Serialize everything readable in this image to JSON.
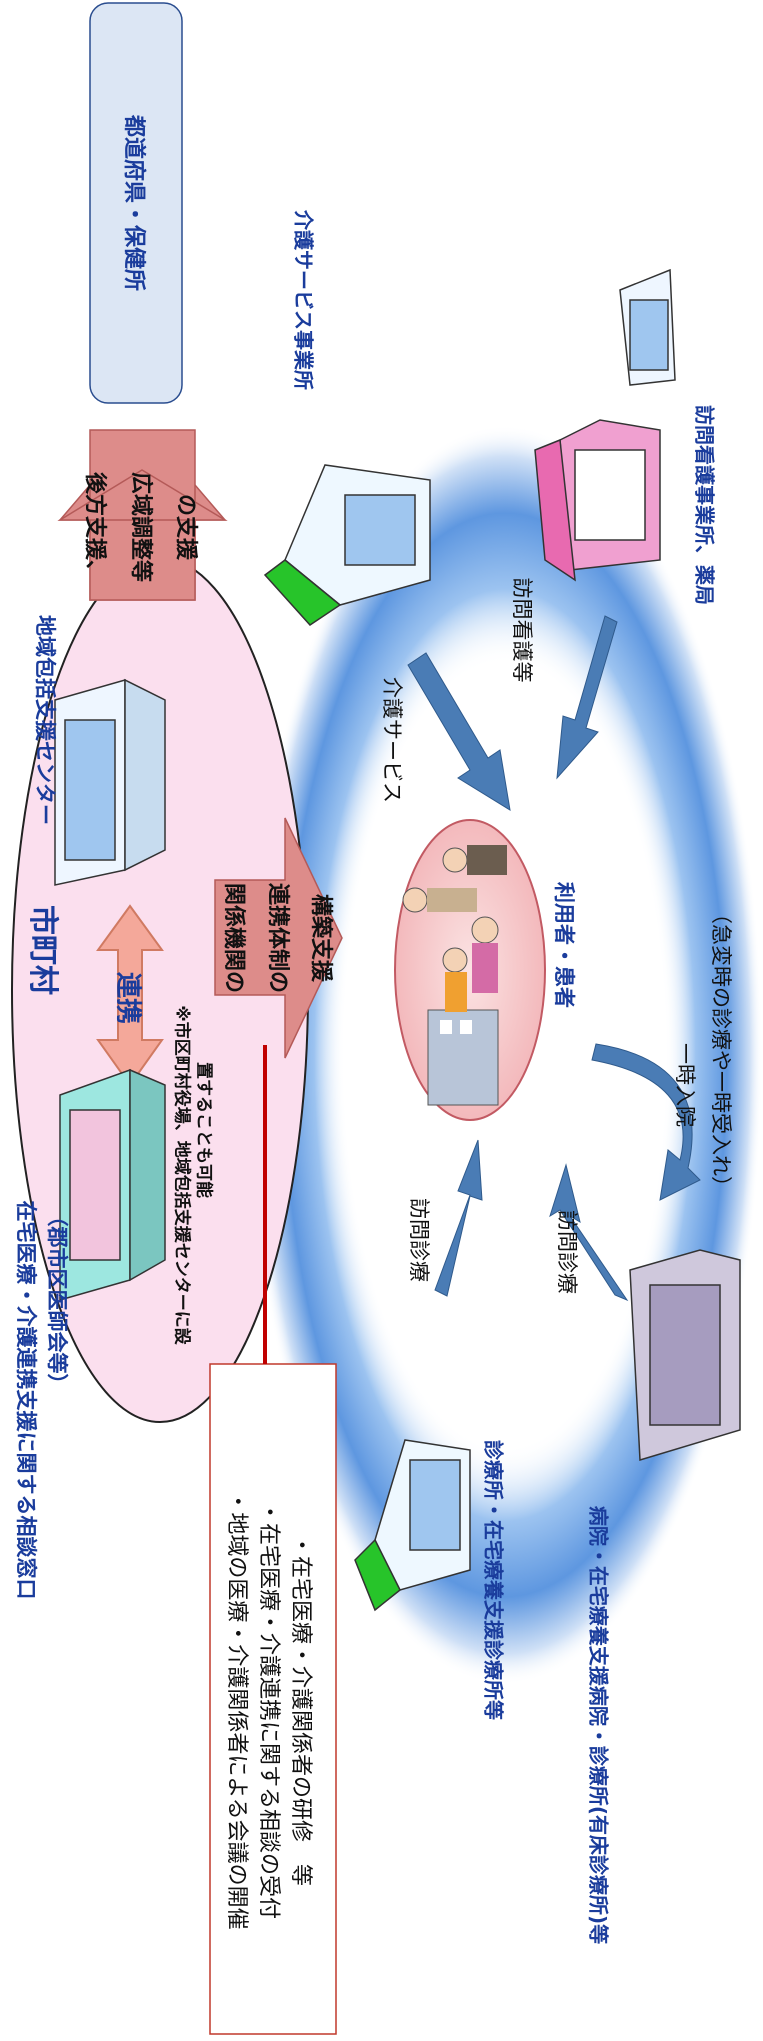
{
  "labels": {
    "prefecture_box": "都道府県・保健所",
    "care_office": "介護サービス事業所",
    "consult_line1": "在宅医療・介護連携支援に関する相談窓口",
    "consult_line2": "（郡市区医師会等）",
    "municipality": "市町村",
    "comprehensive_center": "地域包括支援センター",
    "renkei": "連携",
    "note_line1": "※市区町村役場、地域包括支援センターに設",
    "note_line2": "置することも可能",
    "backup_line1": "後方支援、",
    "backup_line2": "広域調整等",
    "backup_line3": "の支援",
    "build_line1": "関係機関の",
    "build_line2": "連携体制の",
    "build_line3": "構築支援",
    "care_service_arrow": "介護サービス",
    "visit_nursing_arrow": "訪問看護等",
    "visit_nursing_office": "訪問看護事業所、薬局",
    "user_patient": "利用者・患者",
    "visit_medical_1": "訪問診療",
    "visit_medical_2": "訪問診療",
    "admission_line1": "一時入院",
    "admission_line2": "（急変時の診療や一時受入れ）",
    "clinic_label": "診療所・在宅療養支援診療所等",
    "hospital_label": "病院・在宅療養支援病院・診療所(有床診療所)等"
  },
  "info_box": {
    "items": [
      "・地域の医療・介護関係者による会議の開催",
      "・在宅医療・介護連携に関する相談の受付",
      "・在宅医療・介護関係者の研修　等"
    ]
  },
  "colors": {
    "label_blue": "#1a3c9c",
    "arrow_blue": "#4a7cb5",
    "pink_ellipse": "#fbdfee",
    "salmon_arrow": "#dd8c8a"
  }
}
